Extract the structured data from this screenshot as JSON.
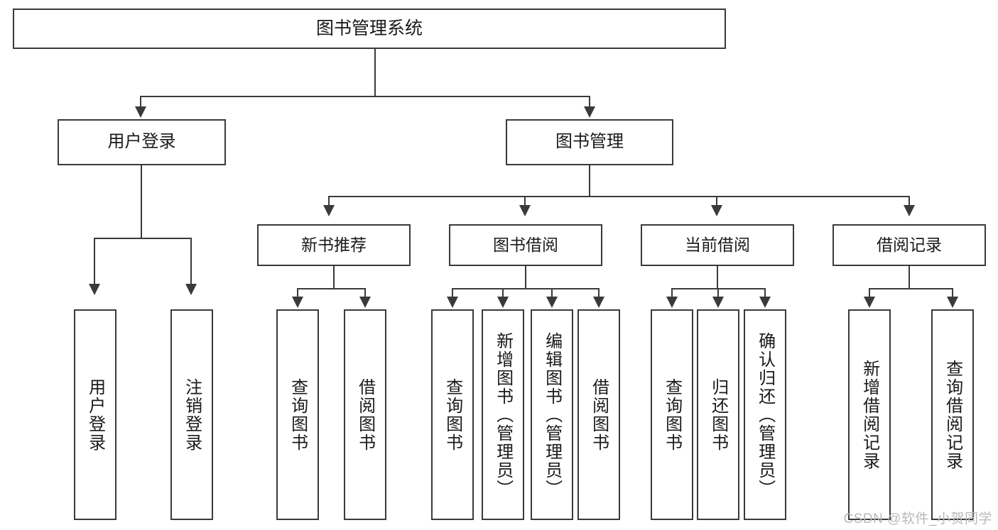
{
  "diagram": {
    "type": "tree-hierarchy-chart",
    "title": "图书管理系统",
    "root": {
      "label": "图书管理系统"
    },
    "level2": [
      {
        "label": "用户登录"
      },
      {
        "label": "图书管理"
      }
    ],
    "level3": [
      {
        "label": "新书推荐"
      },
      {
        "label": "图书借阅"
      },
      {
        "label": "当前借阅"
      },
      {
        "label": "借阅记录"
      }
    ],
    "leaves": {
      "user_login": [
        {
          "label": "用户登录"
        },
        {
          "label": "注销登录"
        }
      ],
      "new_book_recommend": [
        {
          "label": "查询图书"
        },
        {
          "label": "借阅图书"
        }
      ],
      "book_borrow": [
        {
          "label": "查询图书"
        },
        {
          "label": "新增图书（管理员）"
        },
        {
          "label": "编辑图书（管理员）"
        },
        {
          "label": "借阅图书"
        }
      ],
      "current_borrow": [
        {
          "label": "查询图书"
        },
        {
          "label": "归还图书"
        },
        {
          "label": "确认归还（管理员）"
        }
      ],
      "borrow_record": [
        {
          "label": "新增借阅记录"
        },
        {
          "label": "查询借阅记录"
        }
      ]
    }
  },
  "watermark": {
    "text": "CSDN @软件_小贺同学"
  },
  "colors": {
    "stroke": "#3a3a3a",
    "text": "#1a1a1a",
    "background": "#ffffff",
    "watermark": "#b9b9b9"
  }
}
